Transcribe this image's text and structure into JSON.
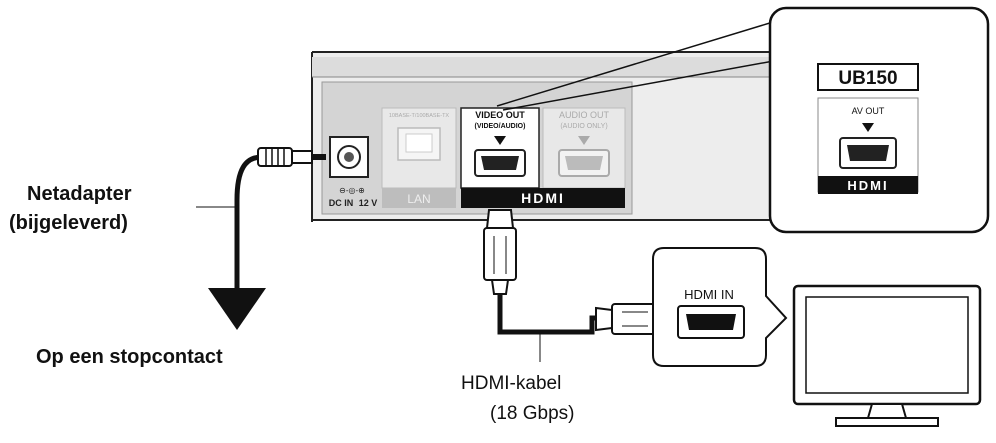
{
  "labels": {
    "adapter_line1": "Netadapter",
    "adapter_line2": "(bijgeleverd)",
    "outlet": "Op een stopcontact",
    "cable_line1": "HDMI-kabel",
    "cable_line2": "(18 Gbps)"
  },
  "player": {
    "lan_port_caption": "10BASE-T/100BASE-TX",
    "lan_label": "LAN",
    "video_out_line1": "VIDEO OUT",
    "video_out_line2": "(VIDEO/AUDIO)",
    "audio_out_line1": "AUDIO OUT",
    "audio_out_line2": "(AUDIO ONLY)",
    "hdmi_logo": "HDMI",
    "dc_in": "DC IN",
    "voltage": "12 V"
  },
  "callout": {
    "model": "UB150",
    "av_out": "AV OUT",
    "hdmi_logo": "HDMI"
  },
  "tv": {
    "hdmi_in": "HDMI IN"
  }
}
